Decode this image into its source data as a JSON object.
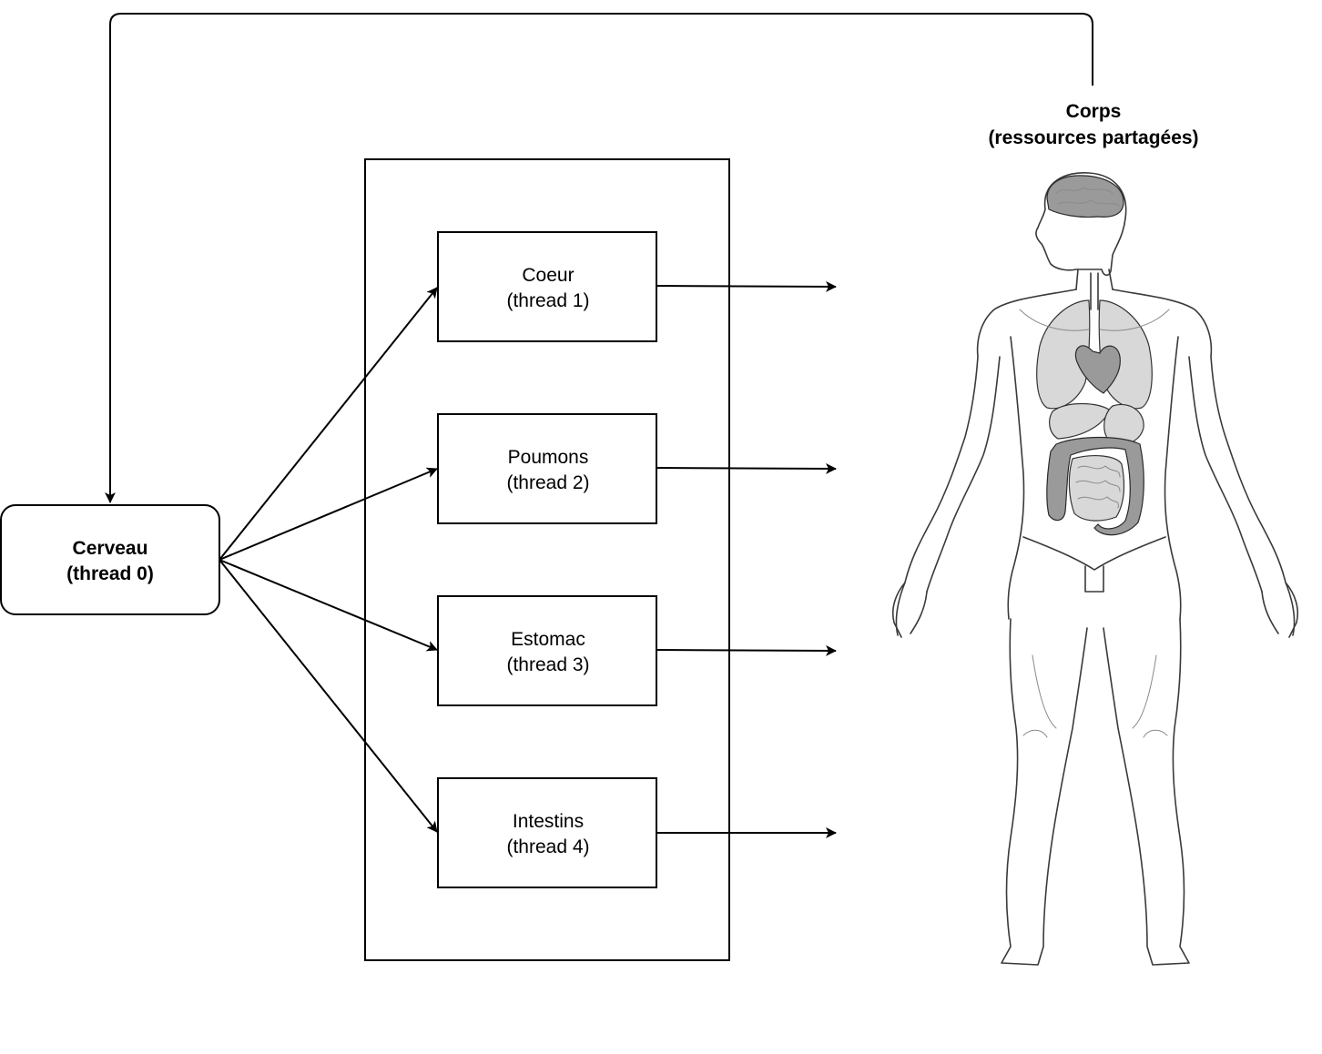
{
  "brain": {
    "line1": "Cerveau",
    "line2": "(thread 0)"
  },
  "threads": [
    {
      "line1": "Coeur",
      "line2": "(thread 1)"
    },
    {
      "line1": "Poumons",
      "line2": "(thread 2)"
    },
    {
      "line1": "Estomac",
      "line2": "(thread 3)"
    },
    {
      "line1": "Intestins",
      "line2": "(thread 4)"
    }
  ],
  "body": {
    "line1": "Corps",
    "line2": "(ressources partagées)"
  }
}
